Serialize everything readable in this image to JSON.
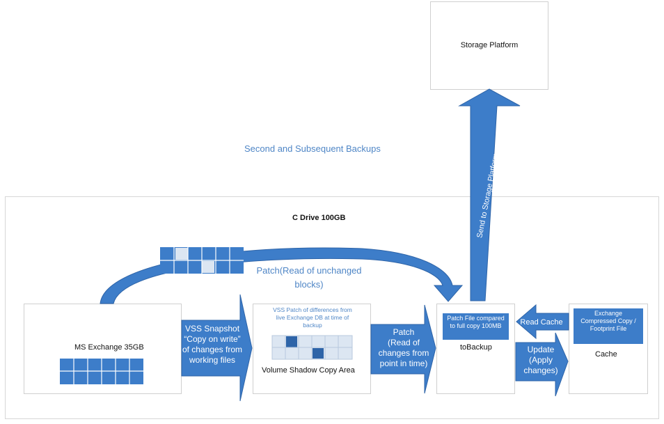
{
  "colors": {
    "accent": "#3d7dc9",
    "light_cell": "#dce6f2",
    "dark_cell": "#2e64a8",
    "border": "#cfcfcf",
    "caption": "#4f86c6"
  },
  "storage": {
    "title": "Storage Platform"
  },
  "caption": {
    "text": "Second and Subsequent Backups"
  },
  "drive": {
    "title": "C Drive 100GB"
  },
  "exchange": {
    "title": "MS Exchange 35GB"
  },
  "vss_arrow": {
    "line1": "VSS Snapshot",
    "line2": "“Copy on write”",
    "line3": "of changes from",
    "line4": "working files"
  },
  "shadow": {
    "note": "VSS Patch of differences from live Exchange DB at time of backup",
    "title": "Volume Shadow Copy Area"
  },
  "patch_arrow": {
    "line1": "Patch",
    "line2": "(Read of",
    "line3": "changes from",
    "line4": "point in time)"
  },
  "tobackup": {
    "patch_file": "Patch File compared to full copy 100MB",
    "title": "toBackup"
  },
  "read_cache": {
    "label": "Read Cache"
  },
  "update_arrow": {
    "line1": "Update",
    "line2": "(Apply",
    "line3": "changes)"
  },
  "cache": {
    "file": "Exchange Compressed Copy / Footprint File",
    "title": "Cache"
  },
  "curve": {
    "label_line1": "Patch(Read of unchanged",
    "label_line2": "blocks)"
  },
  "send": {
    "label": "Send to Storage Platform"
  }
}
